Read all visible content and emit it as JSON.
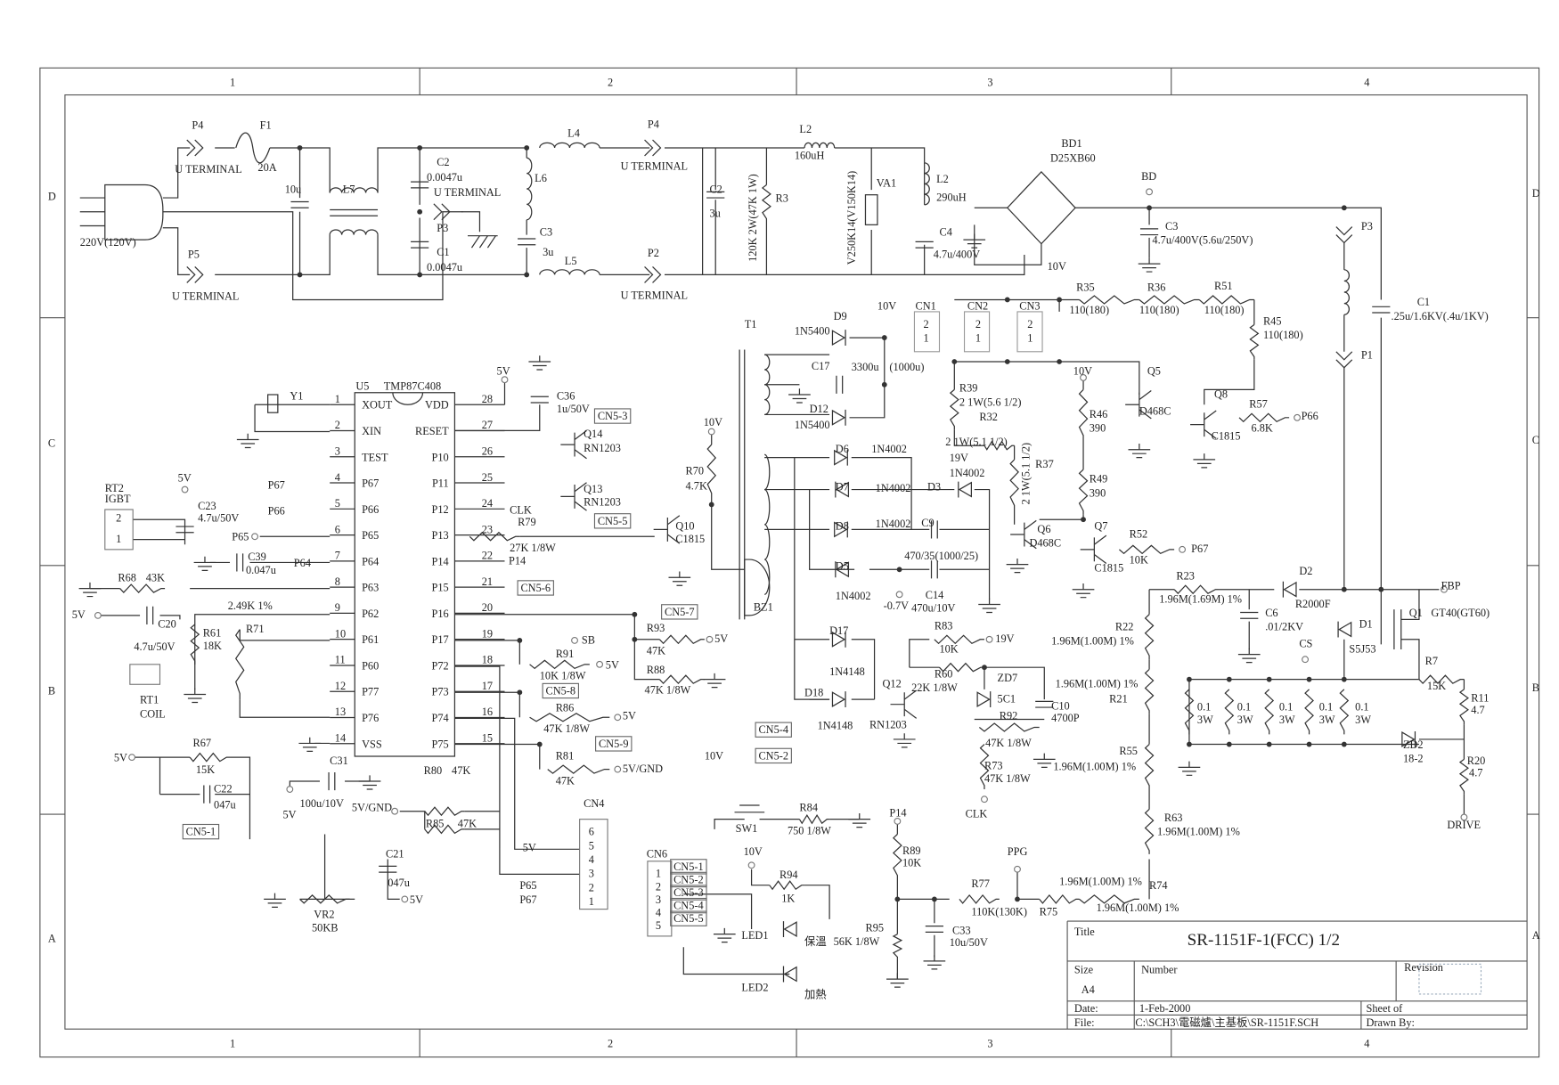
{
  "sheet": {
    "cols": [
      "1",
      "2",
      "3",
      "4"
    ],
    "rows": [
      "D",
      "C",
      "B",
      "A"
    ]
  },
  "title_block": {
    "title_label": "Title",
    "title": "SR-1151F-1(FCC) 1/2",
    "size_label": "Size",
    "size": "A4",
    "number_label": "Number",
    "revision_label": "Revision",
    "date_label": "Date:",
    "date": "1-Feb-2000",
    "file_label": "File:",
    "file": "C:\\SCH3\\電磁爐\\主基板\\SR-1151F.SCH",
    "sheet_label": "Sheet   of",
    "drawn_by_label": "Drawn By:"
  },
  "u5": {
    "ref": "U5",
    "part": "TMP87C408",
    "left_pins": [
      "XOUT",
      "XIN",
      "TEST",
      "P67",
      "P66",
      "P65",
      "P64",
      "P63",
      "P62",
      "P61",
      "P60",
      "P77",
      "P76",
      "VSS"
    ],
    "left_nums": [
      "1",
      "2",
      "3",
      "4",
      "5",
      "6",
      "7",
      "8",
      "9",
      "10",
      "11",
      "12",
      "13",
      "14"
    ],
    "right_pins": [
      "VDD",
      "RESET",
      "P10",
      "P11",
      "P12",
      "P13",
      "P14",
      "P15",
      "P16",
      "P17",
      "P72",
      "P73",
      "P74",
      "P75"
    ],
    "right_nums": [
      "28",
      "27",
      "26",
      "25",
      "24",
      "23",
      "22",
      "21",
      "20",
      "19",
      "18",
      "17",
      "16",
      "15"
    ]
  },
  "labels": [
    "P4",
    "F1",
    "U TERMINAL",
    "20A",
    "10u",
    "L7",
    "C2",
    "0.0047u",
    "U TERMINAL",
    "P3",
    "C1",
    "0.0047u",
    "220V(120V)",
    "P5",
    "U TERMINAL",
    "L4",
    "L6",
    "C3",
    "3u",
    "L5",
    "P4",
    "U TERMINAL",
    "P2",
    "U TERMINAL",
    "C2",
    "3u",
    "R3",
    "120K 2W(47K 1W)",
    "L2",
    "160uH",
    "V250K14(V150K14)",
    "VA1",
    "L2",
    "290uH",
    "C4",
    "4.7u/400V",
    "BD1",
    "D25XB60",
    "10V",
    "BD",
    "C3",
    "4.7u/400V(5.6u/250V)",
    "P3",
    "C1",
    ".25u/1.6KV(.4u/1KV)",
    "P1",
    "T1",
    "D9",
    "1N5400",
    "10V",
    "C17",
    "3300u",
    "(1000u)",
    "D12",
    "1N5400",
    "CN1",
    "CN2",
    "CN3",
    "2",
    "1",
    "2",
    "1",
    "2",
    "1",
    "R35",
    "110(180)",
    "R36",
    "110(180)",
    "R51",
    "110(180)",
    "R45",
    "110(180)",
    "10V",
    "Q5",
    "D468C",
    "Q8",
    "R57",
    "6.8K",
    "P66",
    "C1815",
    "R39",
    "2 1W(5.6 1/2)",
    "R32",
    "2 1W(5.1 1/2)",
    "2 1W(5.1 1/2)",
    "R37",
    "R46",
    "390",
    "R49",
    "390",
    "Q6",
    "D468C",
    "Q7",
    "R52",
    "10K",
    "P67",
    "C1815",
    "D6",
    "1N4002",
    "19V",
    "1N4002",
    "D7",
    "1N4002",
    "D3",
    "D8",
    "1N4002",
    "C9",
    "470/35(1000/25)",
    "D5",
    "1N4002",
    "-0.7V",
    "C14",
    "470u/10V",
    "BZ1",
    "D17",
    "1N4148",
    "D18",
    "1N4148",
    "Q12",
    "RN1203",
    "R83",
    "10K",
    "19V",
    "R60",
    "22K 1/8W",
    "ZD7",
    "5C1",
    "C10",
    "4700P",
    "R92",
    "47K 1/8W",
    "R73",
    "47K 1/8W",
    "CLK",
    "R70",
    "4.7K",
    "10V",
    "Q10",
    "C1815",
    "R79",
    "27K 1/8W",
    "Y1",
    "5V",
    "C36",
    "1u/50V",
    "CN5-3",
    "Q14",
    "RN1203",
    "Q13",
    "RN1203",
    "CLK",
    "CN5-5",
    "P14",
    "CN5-6",
    "CN5-7",
    "R93",
    "47K",
    "5V",
    "SB",
    "R91",
    "10K 1/8W",
    "5V",
    "R88",
    "47K 1/8W",
    "CN5-8",
    "R86",
    "47K 1/8W",
    "5V",
    "CN5-9",
    "R81",
    "47K",
    "5V/GND",
    "CN5-4",
    "10V",
    "CN5-2",
    "RT2",
    "IGBT",
    "2",
    "1",
    "5V",
    "C23",
    "4.7u/50V",
    "P67",
    "P66",
    "P65",
    "P64",
    "C39",
    "0.047u",
    "R68",
    "43K",
    "5V",
    "C20",
    "4.7u/50V",
    "R61",
    "18K",
    "2.49K 1%",
    "R71",
    "RT1",
    "COIL",
    "5V",
    "R67",
    "15K",
    "C22",
    "047u",
    "CN5-1",
    "C31",
    "100u/10V",
    "5V",
    "5V/GND",
    "R80",
    "47K",
    "R85",
    "47K",
    "CN4",
    "6",
    "5",
    "4",
    "3",
    "2",
    "1",
    "5V",
    "P65",
    "P67",
    "C21",
    "047u",
    "VR2",
    "50KB",
    "5V",
    "SW1",
    "R84",
    "750 1/8W",
    "CN6",
    "1",
    "2",
    "3",
    "4",
    "5",
    "CN5-1",
    "CN5-2",
    "CN5-3",
    "CN5-4",
    "CN5-5",
    "10V",
    "R94",
    "1K",
    "LED1",
    "保溫",
    "56K 1/8W",
    "LED2",
    "加熱",
    "P14",
    "R89",
    "10K",
    "PPG",
    "R77",
    "1.96M(1.00M) 1%",
    "R74",
    "110K(130K)",
    "R75",
    "1.96M(1.00M) 1%",
    "R95",
    "C33",
    "10u/50V",
    "R23",
    "1.96M(1.69M) 1%",
    "D2",
    "R2000F",
    "FBP",
    "C6",
    ".01/2KV",
    "D1",
    "S5J53",
    "Q1",
    "GT40(GT60)",
    "R22",
    "1.96M(1.00M) 1%",
    "CS",
    "R7",
    "15K",
    "R11",
    "4.7",
    "1.96M(1.00M) 1%",
    "R21",
    "0.1",
    "3W",
    "0.1",
    "3W",
    "0.1",
    "3W",
    "0.1",
    "3W",
    "0.1",
    "3W",
    "ZD2",
    "18-2",
    "R20",
    "4.7",
    "R55",
    "1.96M(1.00M) 1%",
    "R63",
    "1.96M(1.00M) 1%",
    "DRIVE"
  ],
  "colors": {
    "ink": "#222222",
    "paper": "#ffffff"
  }
}
